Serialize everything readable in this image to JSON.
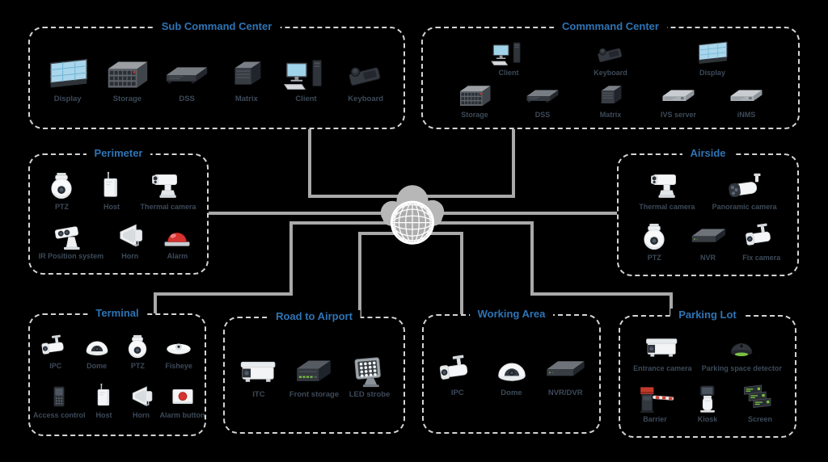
{
  "diagram": {
    "hub": {
      "icon": "cloud-globe"
    },
    "boxes": [
      {
        "id": "sub",
        "title": "Sub Command Center",
        "rows": [
          [
            {
              "label": "Display",
              "icon": "video-wall"
            },
            {
              "label": "Storage",
              "icon": "storage-server"
            },
            {
              "label": "DSS",
              "icon": "rack-server"
            },
            {
              "label": "Matrix",
              "icon": "matrix-box"
            },
            {
              "label": "Client",
              "icon": "client-workstation"
            },
            {
              "label": "Keyboard",
              "icon": "control-keyboard"
            }
          ]
        ]
      },
      {
        "id": "cmd",
        "title": "Commmand Center",
        "rows": [
          [
            {
              "label": "Client",
              "icon": "client-workstation"
            },
            {
              "label": "Keyboard",
              "icon": "control-keyboard"
            },
            {
              "label": "Display",
              "icon": "video-wall"
            }
          ],
          [
            {
              "label": "Storage",
              "icon": "storage-server"
            },
            {
              "label": "DSS",
              "icon": "rack-server"
            },
            {
              "label": "Matrix",
              "icon": "matrix-box"
            },
            {
              "label": "IVS server",
              "icon": "rack-light"
            },
            {
              "label": "iNMS",
              "icon": "rack-light"
            }
          ]
        ]
      },
      {
        "id": "perimeter",
        "title": "Perimeter",
        "rows": [
          [
            {
              "label": "PTZ",
              "icon": "ptz-dome"
            },
            {
              "label": "Host",
              "icon": "host-box"
            },
            {
              "label": "Thermal camera",
              "icon": "thermal-camera"
            }
          ],
          [
            {
              "label": "IR Position system",
              "icon": "ir-position"
            },
            {
              "label": "Horn",
              "icon": "horn-speaker"
            },
            {
              "label": "Alarm",
              "icon": "alarm-dome"
            }
          ]
        ]
      },
      {
        "id": "airside",
        "title": "Airside",
        "rows": [
          [
            {
              "label": "Thermal camera",
              "icon": "thermal-camera"
            },
            {
              "label": "Panoramic camera",
              "icon": "panoramic-camera"
            }
          ],
          [
            {
              "label": "PTZ",
              "icon": "ptz-dome"
            },
            {
              "label": "NVR",
              "icon": "nvr-flat"
            },
            {
              "label": "Fix camera",
              "icon": "bullet-camera"
            }
          ]
        ]
      },
      {
        "id": "terminal",
        "title": "Terminal",
        "rows": [
          [
            {
              "label": "IPC",
              "icon": "bullet-camera"
            },
            {
              "label": "Dome",
              "icon": "dome-camera"
            },
            {
              "label": "PTZ",
              "icon": "ptz-dome"
            },
            {
              "label": "Fisheye",
              "icon": "fisheye-camera"
            }
          ],
          [
            {
              "label": "Access control",
              "icon": "access-control"
            },
            {
              "label": "Host",
              "icon": "host-box"
            },
            {
              "label": "Horn",
              "icon": "horn-speaker"
            },
            {
              "label": "Alarm button",
              "icon": "alarm-button"
            }
          ]
        ]
      },
      {
        "id": "road",
        "title": "Road to Airport",
        "rows": [
          [
            {
              "label": "ITC",
              "icon": "itc-camera"
            },
            {
              "label": "Front storage",
              "icon": "front-storage"
            },
            {
              "label": "LED strobe",
              "icon": "led-strobe"
            }
          ]
        ]
      },
      {
        "id": "working",
        "title": "Working Area",
        "rows": [
          [
            {
              "label": "IPC",
              "icon": "bullet-camera"
            },
            {
              "label": "Dome",
              "icon": "dome-camera"
            },
            {
              "label": "NVR/DVR",
              "icon": "nvr-flat"
            }
          ]
        ]
      },
      {
        "id": "parking",
        "title": "Parking Lot",
        "rows": [
          [
            {
              "label": "Entrance camera",
              "icon": "itc-camera"
            },
            {
              "label": "Parking space detector",
              "icon": "parking-detector"
            }
          ],
          [
            {
              "label": "Barrier",
              "icon": "barrier-gate"
            },
            {
              "label": "Kiosk",
              "icon": "kiosk"
            },
            {
              "label": "Screen",
              "icon": "info-screens"
            }
          ]
        ]
      }
    ]
  },
  "colors": {
    "background": "#000000",
    "title": "#2E74B5",
    "label": "#3d4a59",
    "line": "#a9a9a9",
    "border": "#d4d4d4",
    "alert_red": "#d63330",
    "status_green": "#7ac143",
    "screen_blue": "#9fd3ea"
  }
}
